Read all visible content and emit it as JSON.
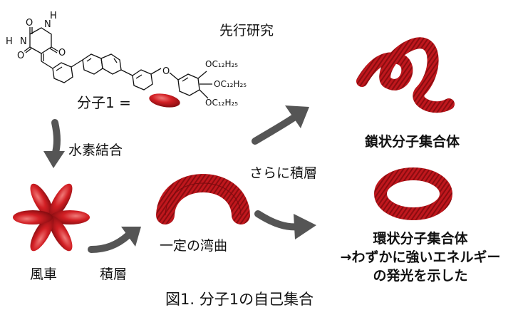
{
  "header_label": "先行研究",
  "molecule": {
    "atom_labels": {
      "o_top": "O",
      "n_top": "N",
      "h_top": "H",
      "h_left": "H",
      "n_left": "N",
      "o_left": "O",
      "o_right": "O",
      "o_ether": "O",
      "alkoxy_top": "OC₁₂H₂₅",
      "alkoxy_mid": "OC₁₂H₂₅",
      "alkoxy_bottom": "OC₁₂H₂₅"
    }
  },
  "molecule_legend": "分子1 =",
  "step_hbond": "水素結合",
  "rosette_label": "風車",
  "step_stack": "積層",
  "curved_label": "一定の湾曲",
  "step_further_stack": "さらに積層",
  "chain_label": "鎖状分子集合体",
  "ring_label_line1": "環状分子集合体",
  "ring_label_line2": "→わずかに強いエネルギー",
  "ring_label_line3": "の発光を示した",
  "figure_caption": "図1. 分子1の自己集合",
  "colors": {
    "accent_red": "#c8141c",
    "dark_red": "#7a0a0e",
    "arrow_gray": "#555555"
  }
}
